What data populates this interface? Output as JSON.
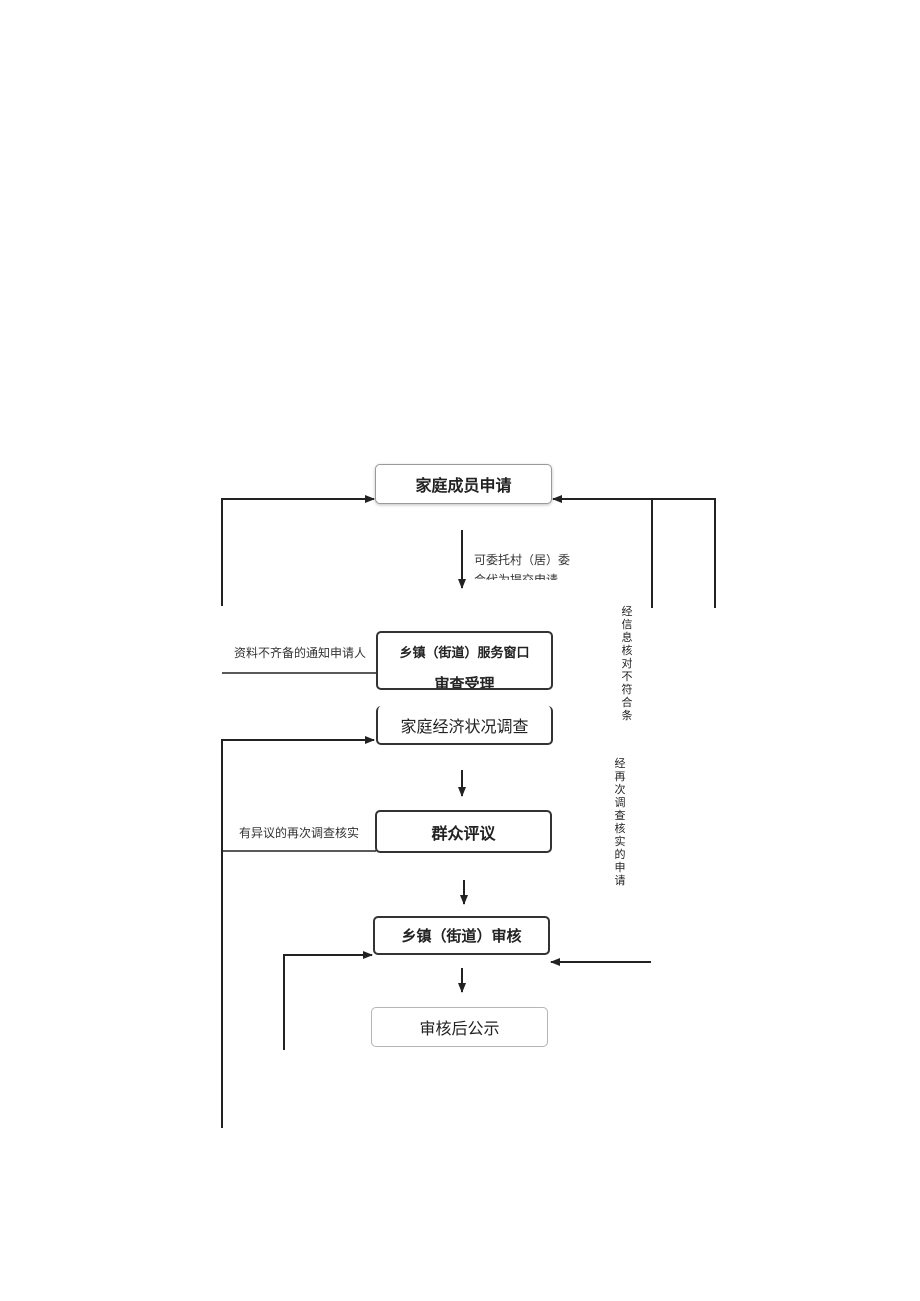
{
  "nodes": {
    "apply": "家庭成员申请",
    "window_line1": "乡镇（街道）服务窗口",
    "window_line2": "审查受理",
    "investigate": "家庭经济状况调查",
    "evaluate": "群众评议",
    "review": "乡镇（街道）审核",
    "publicize": "审核后公示"
  },
  "labels": {
    "entrust": "可委托村（居）委会代为提交申请",
    "incomplete": "资料不齐备的通知申请人",
    "objection": "有异议的再次调查核实",
    "mismatch": "经信息核对不符合条",
    "reinvestigate": "经再次调查核实的申请"
  },
  "colors": {
    "line": "#222222",
    "border": "#333333",
    "soft_border": "#999999"
  }
}
